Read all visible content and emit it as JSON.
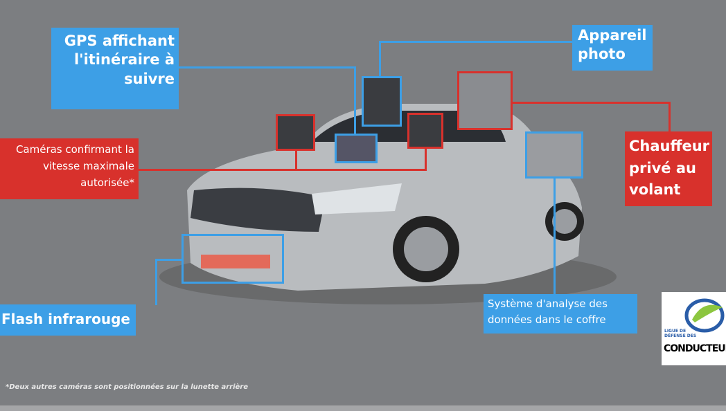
{
  "labels": {
    "gps": "GPS affichant l'itinéraire à suivre",
    "camera_photo": "Appareil photo",
    "driver": "Chauffeur privé au volant",
    "speed_cameras": "Caméras confirmant la vitesse maximale autorisée*",
    "trunk_system": "Système d'analyse des données dans le coffre",
    "infrared_flash": "Flash infrarouge"
  },
  "footnote": "*Deux autres caméras sont positionnées sur la lunette arrière",
  "logo": {
    "line1": "LIGUE DE",
    "line2": "DÉFENSE DES",
    "line3": "CONDUCTEURS"
  },
  "colors": {
    "background": "#7c7e81",
    "blue": "#3d9fe6",
    "red": "#d8312c"
  }
}
